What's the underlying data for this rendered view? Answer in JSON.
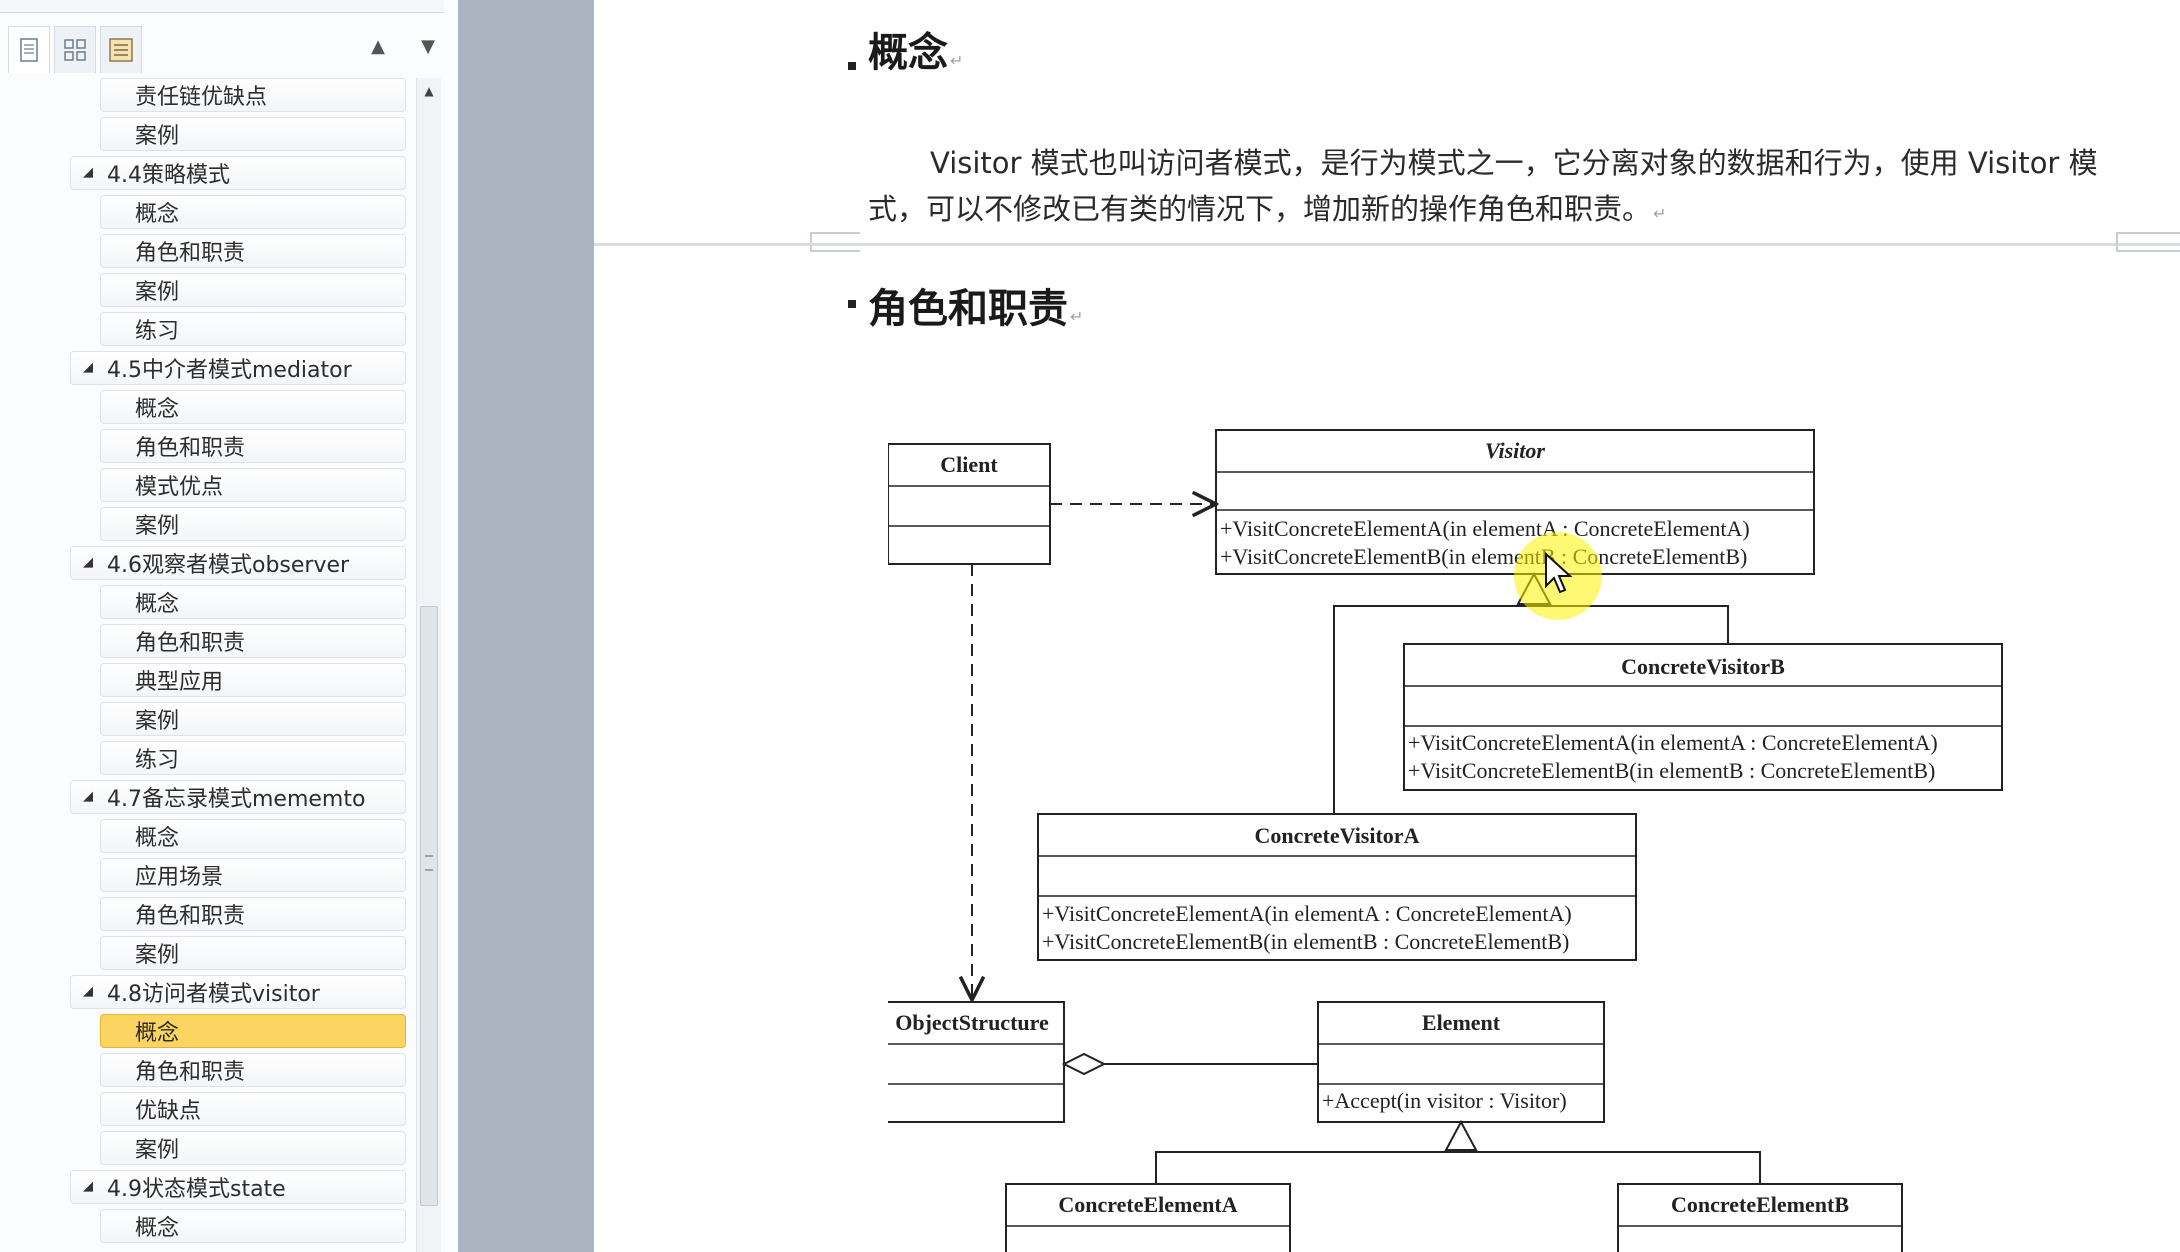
{
  "nav": {
    "tabs": [
      "page-view-icon",
      "thumbnail-grid-icon",
      "outline-view-icon"
    ],
    "arrows": [
      "previous-heading-icon",
      "next-heading-icon"
    ],
    "items": [
      {
        "label": "责任链优缺点",
        "level": 2
      },
      {
        "label": "案例",
        "level": 2
      },
      {
        "label": "4.4策略模式",
        "level": 1
      },
      {
        "label": "概念",
        "level": 2
      },
      {
        "label": "角色和职责",
        "level": 2
      },
      {
        "label": "案例",
        "level": 2
      },
      {
        "label": "练习",
        "level": 2
      },
      {
        "label": "4.5中介者模式mediator",
        "level": 1
      },
      {
        "label": "概念",
        "level": 2
      },
      {
        "label": "角色和职责",
        "level": 2
      },
      {
        "label": "模式优点",
        "level": 2
      },
      {
        "label": "案例",
        "level": 2
      },
      {
        "label": "4.6观察者模式observer",
        "level": 1
      },
      {
        "label": "概念",
        "level": 2
      },
      {
        "label": "角色和职责",
        "level": 2
      },
      {
        "label": "典型应用",
        "level": 2
      },
      {
        "label": "案例",
        "level": 2
      },
      {
        "label": "练习",
        "level": 2
      },
      {
        "label": "4.7备忘录模式mememto",
        "level": 1
      },
      {
        "label": "概念",
        "level": 2
      },
      {
        "label": "应用场景",
        "level": 2
      },
      {
        "label": "角色和职责",
        "level": 2
      },
      {
        "label": "案例",
        "level": 2
      },
      {
        "label": "4.8访问者模式visitor",
        "level": 1
      },
      {
        "label": "概念",
        "level": 2,
        "selected": true
      },
      {
        "label": "角色和职责",
        "level": 2
      },
      {
        "label": "优缺点",
        "level": 2
      },
      {
        "label": "案例",
        "level": 2
      },
      {
        "label": "4.9状态模式state",
        "level": 1
      },
      {
        "label": "概念",
        "level": 2
      }
    ]
  },
  "doc": {
    "heading1": "概念",
    "paragraph": "Visitor 模式也叫访问者模式，是行为模式之一，它分离对象的数据和行为，使用 Visitor 模式，可以不修改已有类的情况下，增加新的操作角色和职责。",
    "heading2": "角色和职责",
    "paragraph_mark": "↵"
  },
  "diagram": {
    "client": "Client",
    "visitor": {
      "name": "Visitor",
      "ops": [
        "+VisitConcreteElementA(in elementA : ConcreteElementA)",
        "+VisitConcreteElementB(in elementB : ConcreteElementB)"
      ]
    },
    "concrete_visitor_b": {
      "name": "ConcreteVisitorB",
      "ops": [
        "+VisitConcreteElementA(in elementA : ConcreteElementA)",
        "+VisitConcreteElementB(in elementB : ConcreteElementB)"
      ]
    },
    "concrete_visitor_a": {
      "name": "ConcreteVisitorA",
      "ops": [
        "+VisitConcreteElementA(in elementA : ConcreteElementA)",
        "+VisitConcreteElementB(in elementB : ConcreteElementB)"
      ]
    },
    "object_structure": "ObjectStructure",
    "element": {
      "name": "Element",
      "ops": [
        "+Accept(in visitor : Visitor)"
      ]
    },
    "concrete_element_a": "ConcreteElementA",
    "concrete_element_b": "ConcreteElementB"
  },
  "colors": {
    "selected_item": "#fcd462",
    "cursor_highlight": "#fff200",
    "gutter": "#abb4c0"
  }
}
